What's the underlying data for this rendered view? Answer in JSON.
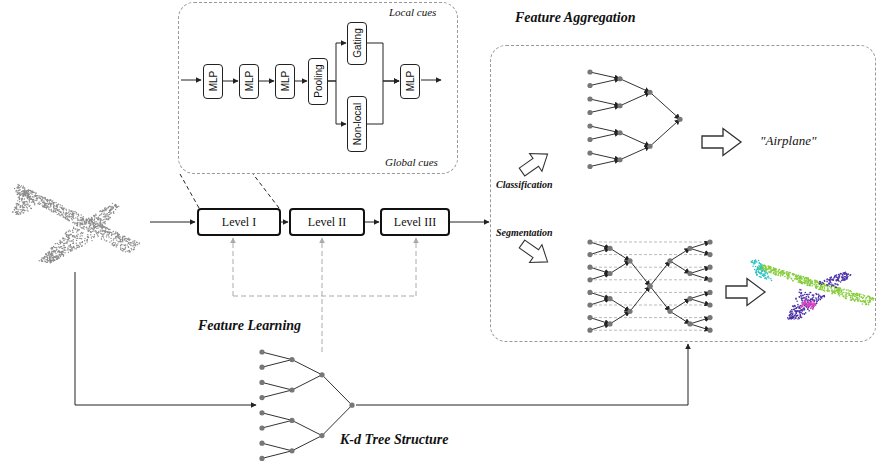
{
  "diagram": {
    "nodes": [
      {
        "text": [
          "Local cues",
          "Global cues"
        ]
      },
      {
        "text": [
          "MLP"
        ],
        "in": 0
      },
      {
        "text": [
          "MLP"
        ],
        "in": 0
      },
      {
        "text": [
          "MLP"
        ],
        "in": 0
      },
      {
        "text": [
          "Pooling"
        ],
        "in": 0
      },
      {
        "text": [
          "Gating"
        ],
        "in": 0
      },
      {
        "text": [
          "Non-local"
        ],
        "in": 0
      },
      {
        "text": [
          "MLP"
        ],
        "in": 0
      },
      {
        "text": [
          "Level I"
        ]
      },
      {
        "text": [
          "Level II"
        ]
      },
      {
        "text": [
          "Level III"
        ]
      },
      {
        "text": [
          "Feature Aggregation"
        ]
      }
    ],
    "edges": [
      {
        "from": 1,
        "to": 2,
        "arrow": "to"
      },
      {
        "from": 2,
        "to": 3,
        "arrow": "to"
      },
      {
        "from": 3,
        "to": 4,
        "arrow": "to"
      },
      {
        "from": 4,
        "to": 5,
        "arrow": "to"
      },
      {
        "from": 4,
        "to": 6,
        "arrow": "to"
      },
      {
        "from": 5,
        "to": 7,
        "arrow": "to"
      },
      {
        "from": 6,
        "to": 7,
        "arrow": "to"
      },
      {
        "from": 8,
        "to": 9,
        "arrow": "to"
      },
      {
        "from": 9,
        "to": 10,
        "arrow": "to"
      },
      {
        "from": 10,
        "to": 11,
        "arrow": "to"
      },
      {
        "from": 8,
        "to": 0,
        "arrow": "none"
      }
    ],
    "labels": [
      "\"Airplane\"",
      "Classification",
      "Segmentation",
      "Feature Learning",
      "K-d Tree Structure"
    ]
  }
}
